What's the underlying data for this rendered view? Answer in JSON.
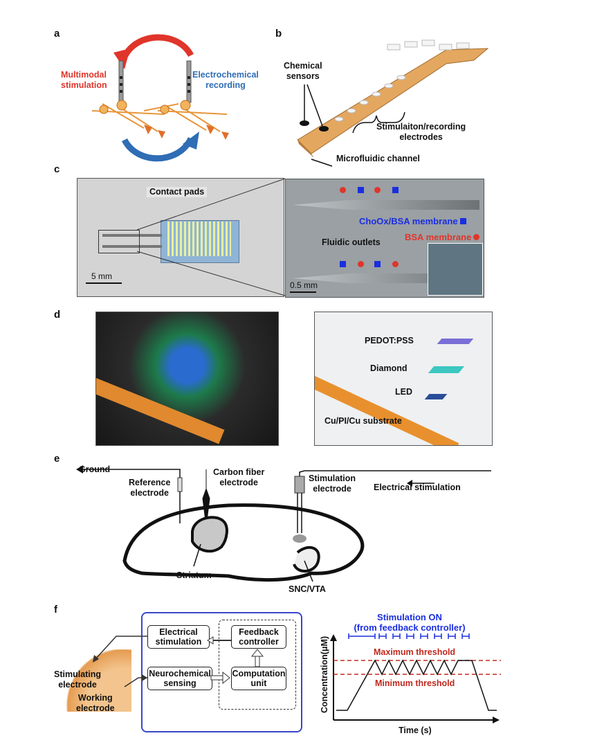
{
  "panels": {
    "a": {
      "label": "a",
      "stim": [
        "Multimodal",
        "stimulation"
      ],
      "rec": [
        "Electrochemical",
        "recording"
      ]
    },
    "b": {
      "label": "b",
      "chem": [
        "Chemical",
        "sensors"
      ],
      "stimrec": [
        "Stimulaiton/recording",
        "electrodes"
      ],
      "micro": "Microfluidic channel"
    },
    "c": {
      "label": "c",
      "pads": "Contact pads",
      "scale_left": "5 mm",
      "scale_right": "0.5 mm",
      "choox": "ChoOx/BSA membrane",
      "bsa": "BSA membrane",
      "fluidic": "Fluidic outlets"
    },
    "d": {
      "label": "d",
      "pedot": "PEDOT:PSS",
      "diamond": "Diamond",
      "led": "LED",
      "substrate": "Cu/PI/Cu substrate"
    },
    "e": {
      "label": "e",
      "ground": "Ground",
      "reference": [
        "Reference",
        "electrode"
      ],
      "carbon": [
        "Carbon fiber",
        "electrode"
      ],
      "stimelec": [
        "Stimulation",
        "electrode"
      ],
      "elecstim": "Electrical stimulation",
      "striatum": "Striatum",
      "snc": "SNC/VTA"
    },
    "f": {
      "label": "f",
      "stimulating": [
        "Stimulating",
        "electrode"
      ],
      "working": [
        "Working",
        "electrode"
      ],
      "electrical": [
        "Electrical",
        "stimulation"
      ],
      "neuro": [
        "Neurochemical",
        "sensing"
      ],
      "feedback": [
        "Feedback",
        "controller"
      ],
      "computation": [
        "Computation",
        "unit"
      ],
      "stim_on": [
        "Stimulation ON",
        "(from feedback controller)"
      ],
      "max_thr": "Maximum threshold",
      "min_thr": "Minimum threshold",
      "ylabel": "Concentration(μM)",
      "xlabel": "Time (s)"
    }
  },
  "colors": {
    "red": "#e0352b",
    "blue": "#2f6db5",
    "deepblue": "#1a2ee0",
    "darkred": "#c0281e",
    "orange": "#e8963a",
    "frame": "#3a46c8"
  }
}
